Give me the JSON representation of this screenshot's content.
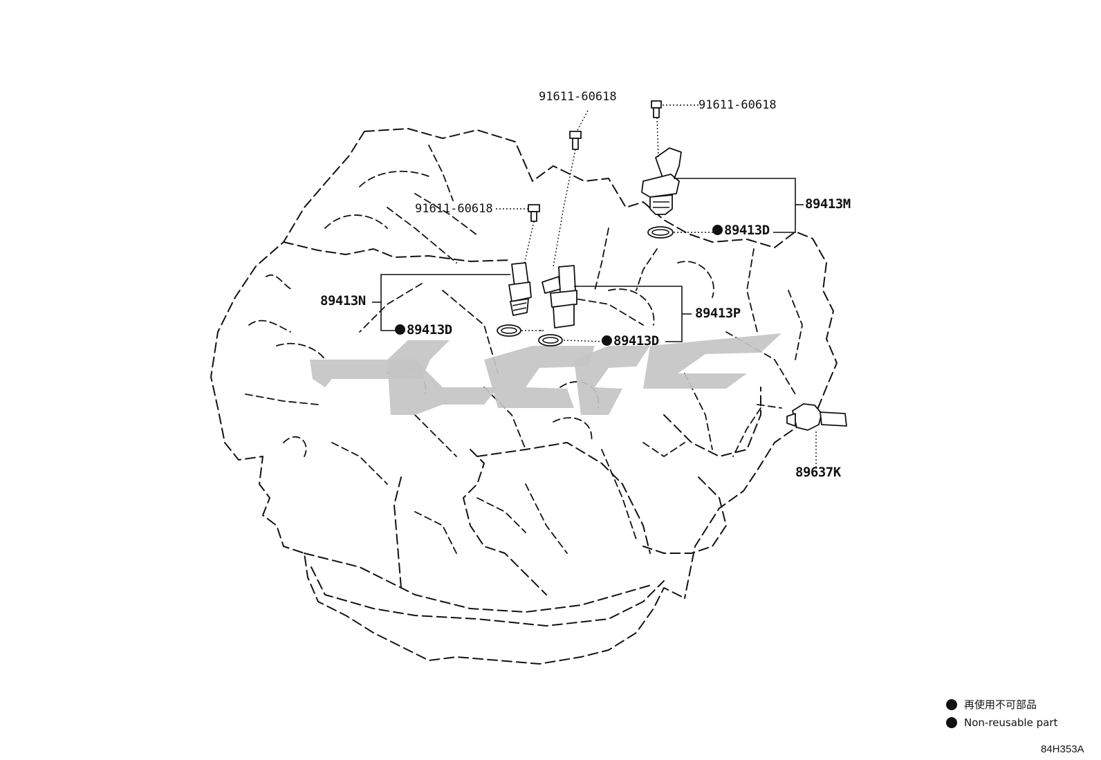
{
  "callouts": {
    "bolt_top_center": "91611-60618",
    "bolt_top_right": "91611-60618",
    "bolt_left": "91611-60618",
    "sensor_m": "89413M",
    "oring_m": "89413D",
    "sensor_n": "89413N",
    "oring_n": "89413D",
    "sensor_p": "89413P",
    "oring_p": "89413D",
    "switch_k": "89637K"
  },
  "legend": {
    "line1": "再使用不可部品",
    "line2": "Non-reusable part"
  },
  "diagram_code": "84H353A",
  "watermark_color": "#c4c4c4",
  "icons": [
    "filled-dot-icon"
  ]
}
